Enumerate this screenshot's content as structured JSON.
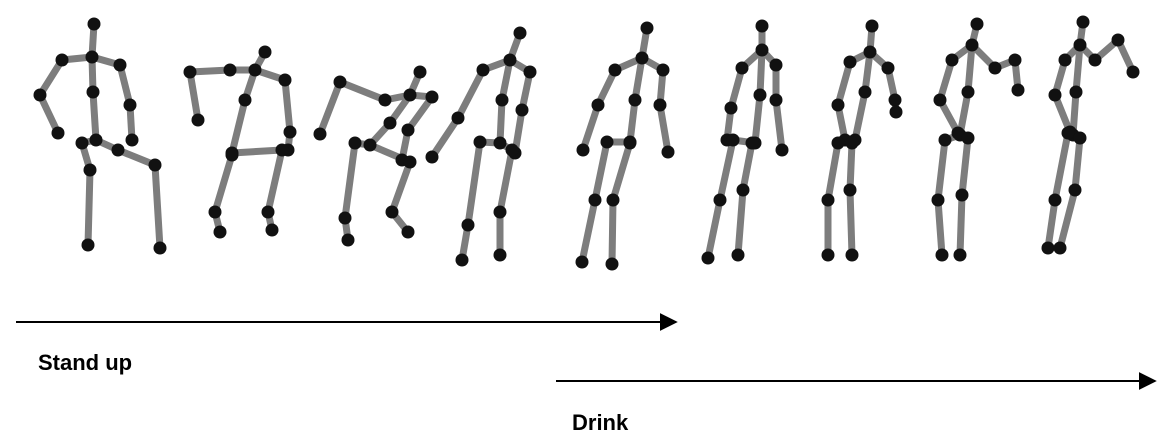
{
  "actions": {
    "stand_up": {
      "label": "Stand up"
    },
    "drink": {
      "label": "Drink"
    }
  },
  "frames": [
    {
      "pose": "seated"
    },
    {
      "pose": "rising"
    },
    {
      "pose": "rising"
    },
    {
      "pose": "standing"
    },
    {
      "pose": "standing"
    },
    {
      "pose": "standing"
    },
    {
      "pose": "standing"
    },
    {
      "pose": "raising-hand"
    },
    {
      "pose": "hand-to-mouth"
    }
  ],
  "colors": {
    "bone": "#7d7d7d",
    "joint": "#111111",
    "arrow": "#000000"
  }
}
